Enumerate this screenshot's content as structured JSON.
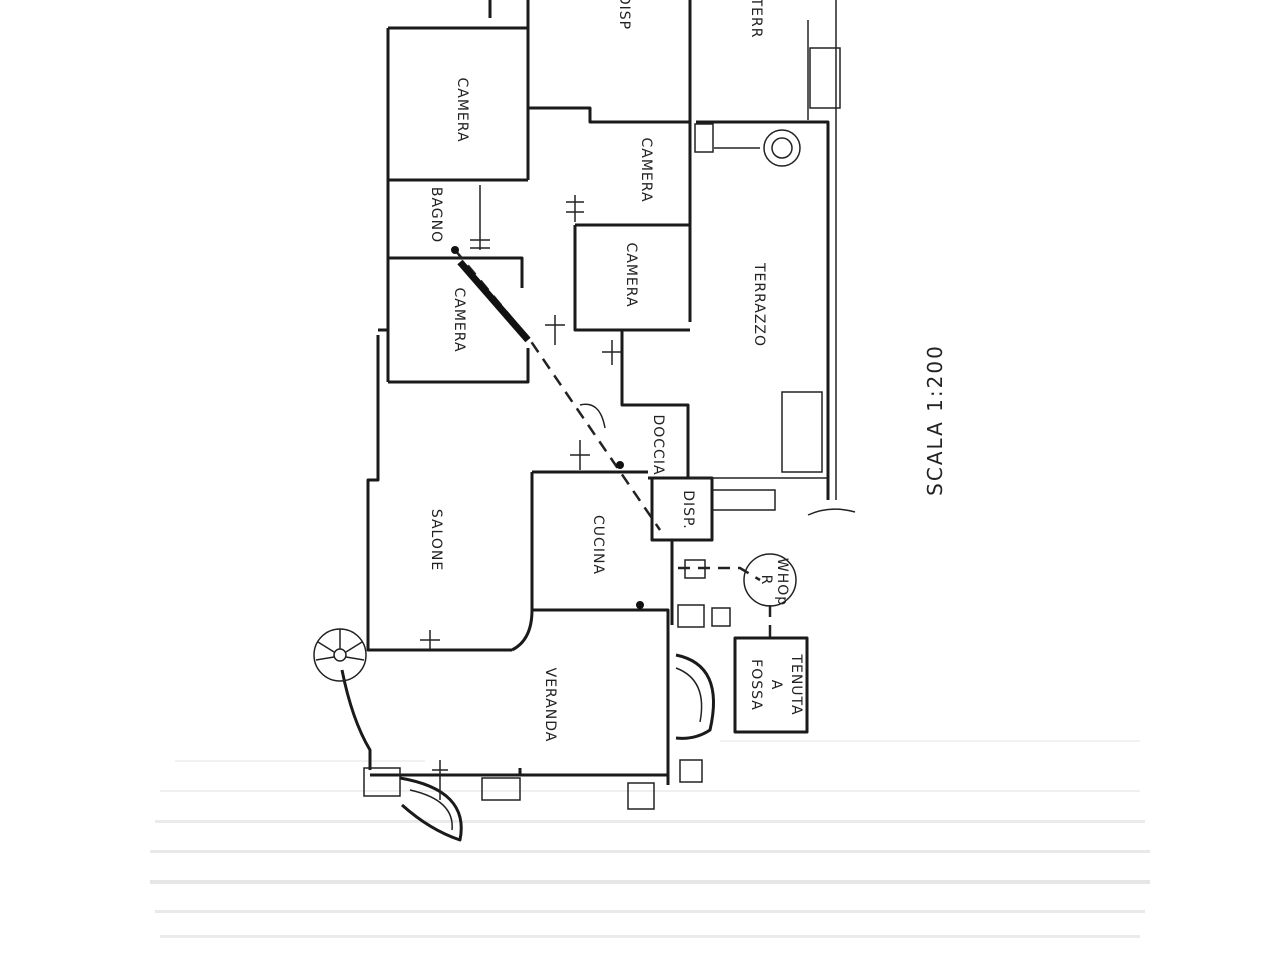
{
  "rooms": {
    "camera_1": "CAMERA",
    "bagno": "BAGNO",
    "camera_2": "CAMERA",
    "camera_3": "CAMERA",
    "camera_4": "CAMERA",
    "salone": "SALONE",
    "cucina": "CUCINA",
    "veranda": "VERANDA",
    "doccia": "DOCCIA",
    "disp": "DISP.",
    "terrazzo": "TERRAZZO",
    "terrazzo_top": "TERR",
    "room_top_cut": "DISP"
  },
  "fixtures": {
    "pozzo": "R",
    "pozzo_sub": "WHOp",
    "fossa_line1": "FOSSA",
    "fossa_line2": "A",
    "fossa_line3": "TENUTA"
  },
  "scale_label": "SCALA 1:200"
}
